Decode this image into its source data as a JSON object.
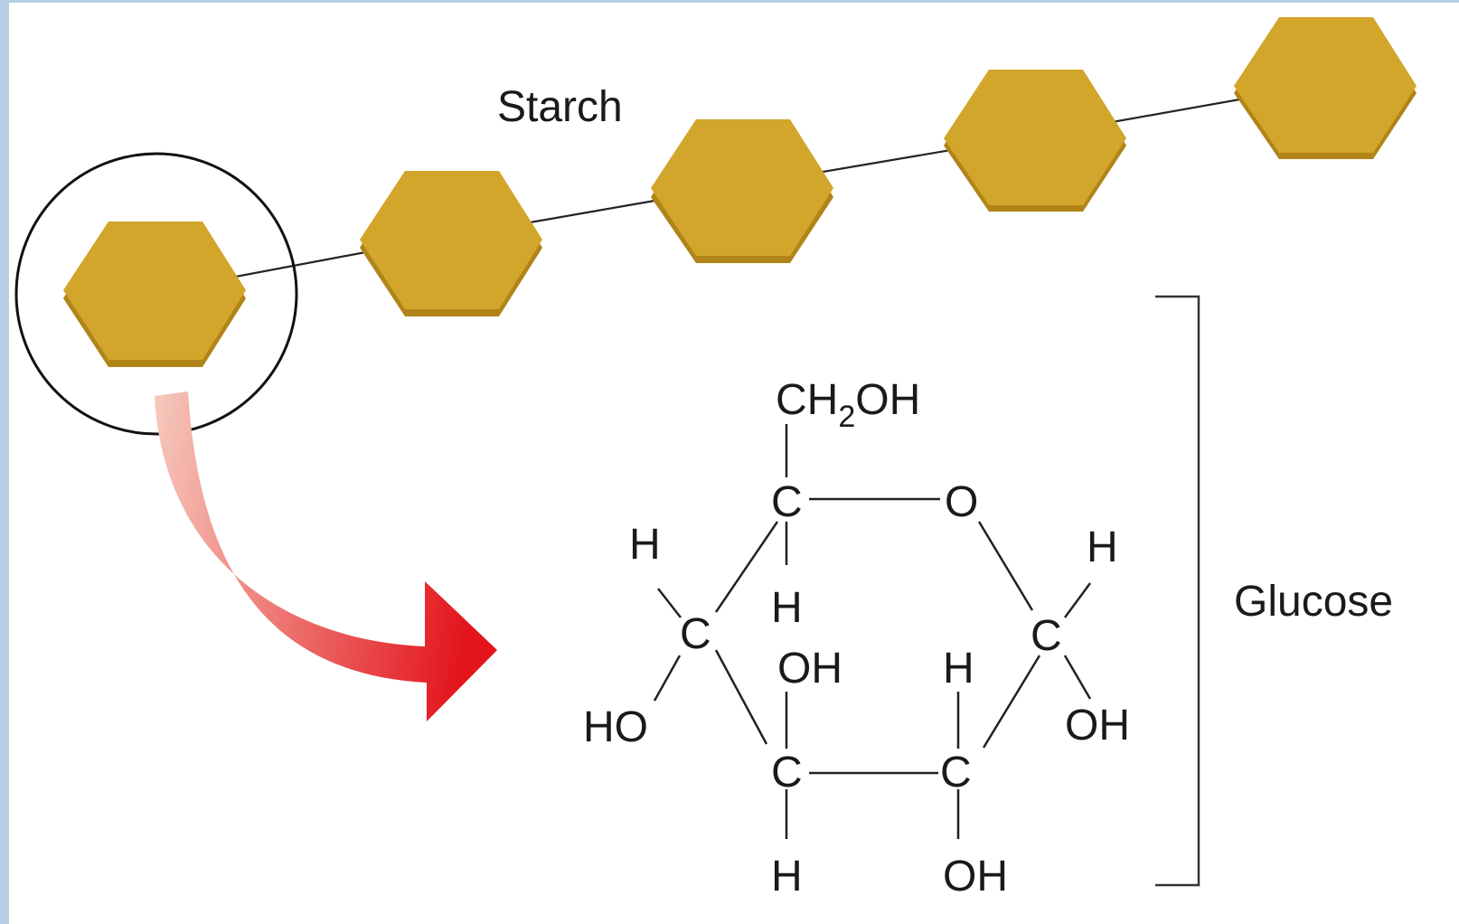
{
  "labels": {
    "starch": "Starch",
    "glucose": "Glucose"
  },
  "molecule": {
    "ch2oh_main": "CH",
    "ch2oh_sub": "2",
    "ch2oh_tail": "OH",
    "c": "C",
    "o": "O",
    "h": "H",
    "oh": "OH",
    "ho": "HO"
  },
  "colors": {
    "hexagon": "#d2a52b",
    "hexagon_shadow": "#b08418",
    "arrow_start": "#f6c9bd",
    "arrow_end": "#e3141c"
  }
}
